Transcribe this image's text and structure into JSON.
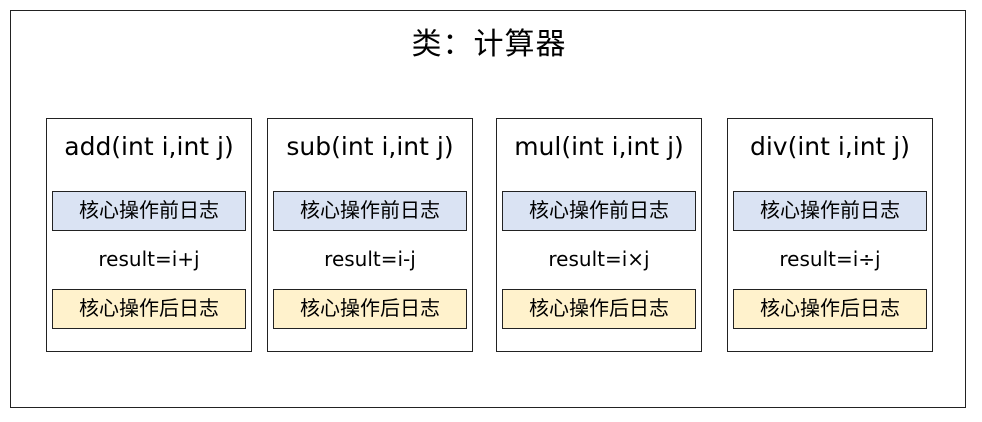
{
  "diagram": {
    "title": "类：计算器",
    "methods": [
      {
        "signature": "add(int i,int j)",
        "pre_log": "核心操作前日志",
        "result": "result=i+j",
        "post_log": "核心操作后日志"
      },
      {
        "signature": "sub(int i,int j)",
        "pre_log": "核心操作前日志",
        "result": "result=i-j",
        "post_log": "核心操作后日志"
      },
      {
        "signature": "mul(int i,int j)",
        "pre_log": "核心操作前日志",
        "result": "result=i×j",
        "post_log": "核心操作后日志"
      },
      {
        "signature": "div(int i,int j)",
        "pre_log": "核心操作前日志",
        "result": "result=i÷j",
        "post_log": "核心操作后日志"
      }
    ],
    "colors": {
      "pre_log_fill": "#dae3f3",
      "post_log_fill": "#fff2cc",
      "border": "#222222"
    }
  }
}
